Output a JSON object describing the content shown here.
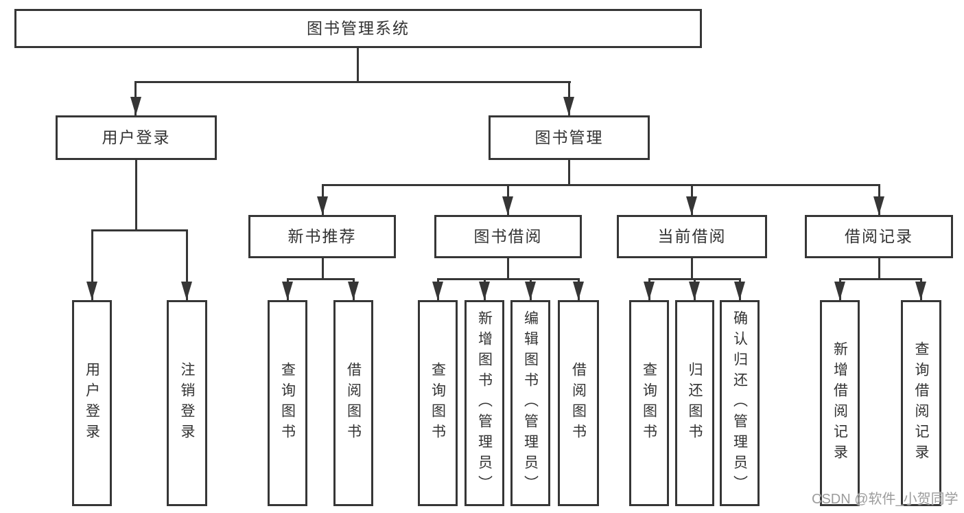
{
  "tree": {
    "label": "图书管理系统",
    "children": [
      {
        "label": "用户登录",
        "children": [
          {
            "label": "用户登录"
          },
          {
            "label": "注销登录"
          }
        ]
      },
      {
        "label": "图书管理",
        "children": [
          {
            "label": "新书推荐",
            "children": [
              {
                "label": "查询图书"
              },
              {
                "label": "借阅图书"
              }
            ]
          },
          {
            "label": "图书借阅",
            "children": [
              {
                "label": "查询图书"
              },
              {
                "label": "新增图书（管理员）"
              },
              {
                "label": "编辑图书（管理员）"
              },
              {
                "label": "借阅图书"
              }
            ]
          },
          {
            "label": "当前借阅",
            "children": [
              {
                "label": "查询图书"
              },
              {
                "label": "归还图书"
              },
              {
                "label": "确认归还（管理员）"
              }
            ]
          },
          {
            "label": "借阅记录",
            "children": [
              {
                "label": "新增借阅记录"
              },
              {
                "label": "查询借阅记录"
              }
            ]
          }
        ]
      }
    ]
  },
  "watermark": {
    "text": "CSDN @软件_小贺同学"
  },
  "colors": {
    "line": "#363636",
    "box_border": "#363636",
    "text": "#333333",
    "watermark_text": "#9c9c9c",
    "background": "#ffffff"
  }
}
